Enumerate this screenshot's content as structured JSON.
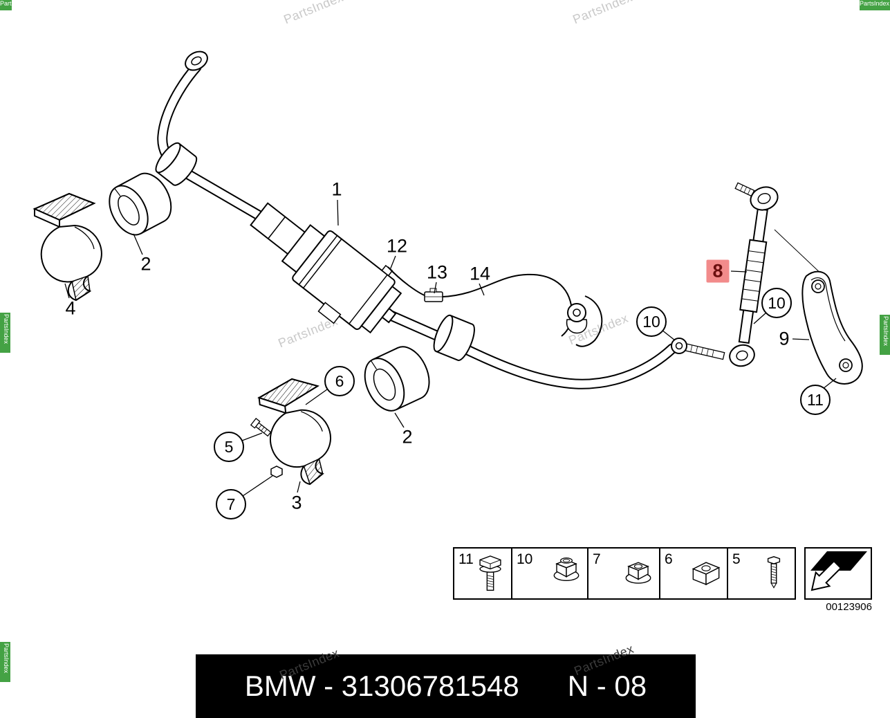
{
  "watermark": {
    "text": "PartsIndex"
  },
  "colors": {
    "highlight_bg": "#f28b8b",
    "highlight_text": "#6b0f0f",
    "footer_bg": "#000000",
    "line_color": "#000000",
    "watermark_gray": "#c9c9c9",
    "watermark_green": "#44a244"
  },
  "callouts": [
    {
      "text": "1",
      "type": "plain"
    },
    {
      "text": "2",
      "type": "plain"
    },
    {
      "text": "4",
      "type": "plain"
    },
    {
      "text": "12",
      "type": "plain"
    },
    {
      "text": "13",
      "type": "plain"
    },
    {
      "text": "14",
      "type": "plain"
    },
    {
      "text": "8",
      "type": "highlighted"
    },
    {
      "text": "9",
      "type": "plain"
    },
    {
      "text": "2",
      "type": "plain"
    },
    {
      "text": "3",
      "type": "plain"
    },
    {
      "text": "5",
      "type": "circled"
    },
    {
      "text": "6",
      "type": "circled"
    },
    {
      "text": "7",
      "type": "circled"
    },
    {
      "text": "10",
      "type": "circled"
    },
    {
      "text": "10",
      "type": "circled"
    },
    {
      "text": "11",
      "type": "circled"
    }
  ],
  "legend": {
    "items": [
      {
        "number": "11",
        "icon": "hex-bolt-icon"
      },
      {
        "number": "10",
        "icon": "flange-lock-nut-icon"
      },
      {
        "number": "7",
        "icon": "flange-nut-icon"
      },
      {
        "number": "6",
        "icon": "square-nut-icon"
      },
      {
        "number": "5",
        "icon": "screw-icon"
      }
    ],
    "arrow_icon": "direction-arrow-icon"
  },
  "image_number": "00123906",
  "footer": {
    "left": "BMW - 31306781548",
    "right": "N - 08"
  }
}
